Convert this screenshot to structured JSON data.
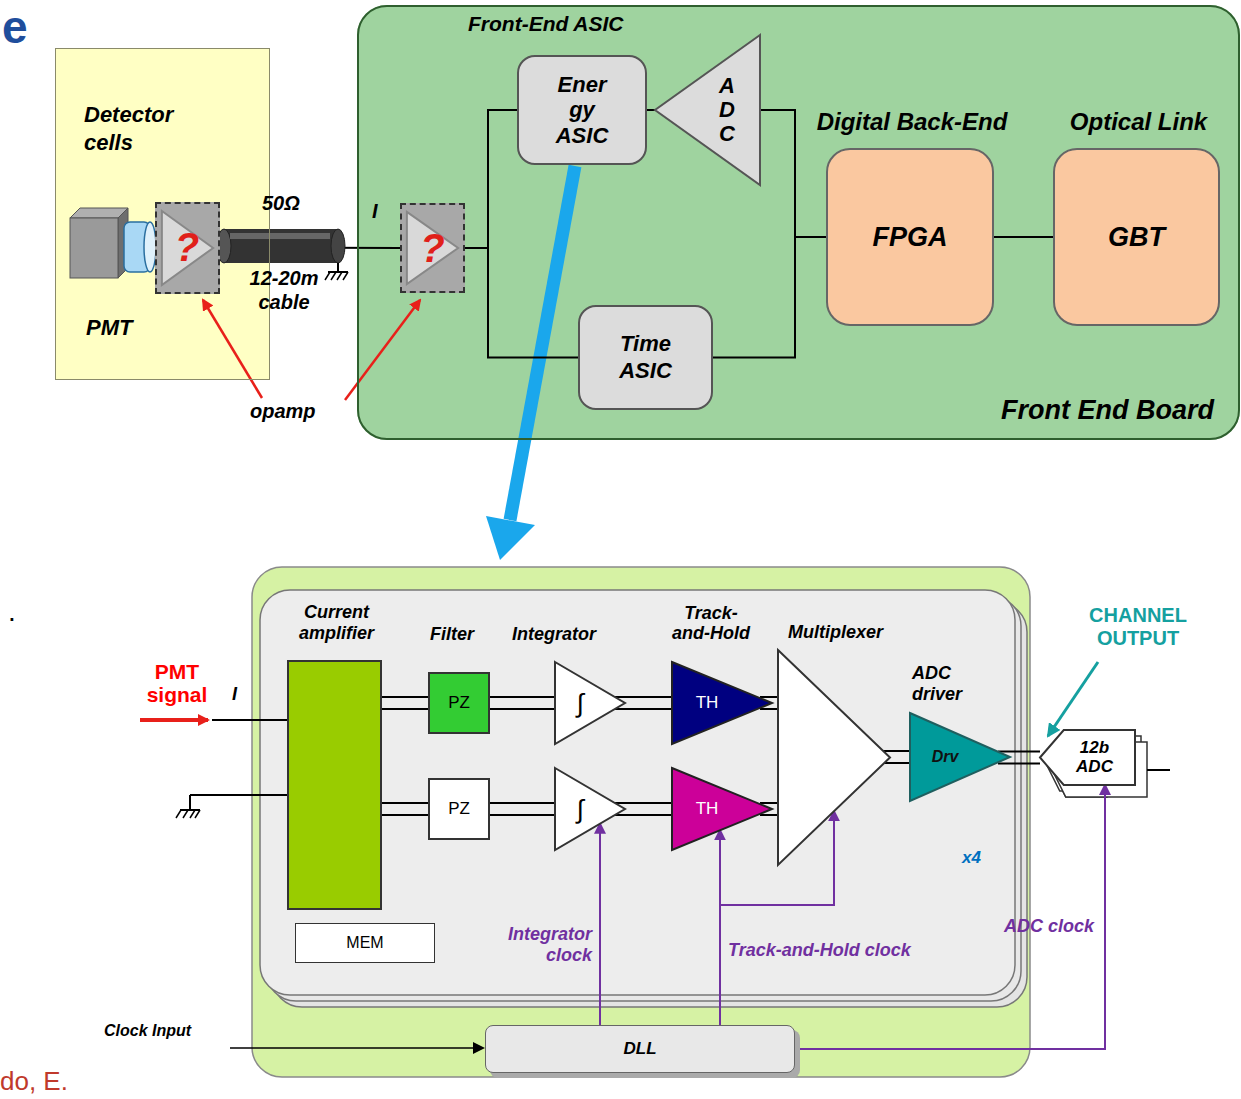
{
  "diagram": {
    "nodes": [
      {
        "text": [
          "Detector cells",
          "PMT"
        ]
      },
      {
        "text": [
          "?"
        ],
        "in": 0
      },
      {
        "text": [
          "Front End Board"
        ]
      },
      {
        "text": [
          "?"
        ],
        "in": 2
      },
      {
        "text": [
          "Ener gy ASIC"
        ],
        "in": 2
      },
      {
        "text": [
          "A D C"
        ],
        "in": 2
      },
      {
        "text": [
          "Time ASIC"
        ],
        "in": 2
      },
      {
        "text": [
          "Digital Back-End",
          "FPGA"
        ],
        "in": 2
      },
      {
        "text": [
          "Optical Link",
          "GBT"
        ],
        "in": 2
      },
      {
        "text": [
          "Current amplifier"
        ]
      },
      {
        "text": [
          "PZ"
        ]
      },
      {
        "text": [
          "PZ"
        ]
      },
      {
        "text": [
          "∫"
        ]
      },
      {
        "text": [
          "∫"
        ]
      },
      {
        "text": [
          "TH"
        ]
      },
      {
        "text": [
          "TH"
        ]
      },
      {
        "text": [
          "Multiplexer"
        ]
      },
      {
        "text": [
          "ADC driver",
          "Drv"
        ]
      },
      {
        "text": [
          "12b ADC"
        ]
      },
      {
        "text": [
          "MEM"
        ]
      },
      {
        "text": [
          "DLL"
        ]
      }
    ],
    "edges": [
      {
        "from": 1,
        "to": 3,
        "arrow": "none"
      },
      {
        "from": 3,
        "to": 4,
        "arrow": "none"
      },
      {
        "from": 3,
        "to": 6,
        "arrow": "none"
      },
      {
        "from": 4,
        "to": 5,
        "arrow": "none"
      },
      {
        "from": 5,
        "to": 7,
        "arrow": "none"
      },
      {
        "from": 6,
        "to": 7,
        "arrow": "none"
      },
      {
        "from": 7,
        "to": 8,
        "arrow": "none"
      },
      {
        "from": 9,
        "to": 10,
        "arrow": "none"
      },
      {
        "from": 9,
        "to": 11,
        "arrow": "none"
      },
      {
        "from": 10,
        "to": 12,
        "arrow": "none"
      },
      {
        "from": 11,
        "to": 13,
        "arrow": "none"
      },
      {
        "from": 12,
        "to": 14,
        "arrow": "none"
      },
      {
        "from": 13,
        "to": 15,
        "arrow": "none"
      },
      {
        "from": 14,
        "to": 16,
        "arrow": "none"
      },
      {
        "from": 15,
        "to": 16,
        "arrow": "none"
      },
      {
        "from": 16,
        "to": 17,
        "arrow": "none"
      },
      {
        "from": 17,
        "to": 18,
        "arrow": "none"
      },
      {
        "from": 20,
        "to": 13,
        "arrow": "to"
      },
      {
        "from": 20,
        "to": 15,
        "arrow": "to"
      },
      {
        "from": 20,
        "to": 16,
        "arrow": "to"
      },
      {
        "from": 20,
        "to": 18,
        "arrow": "to"
      }
    ],
    "labels": [
      "e",
      "Front-End ASIC",
      "50Ω",
      "12-20m cable",
      "I",
      "opamp",
      ".",
      "PMT signal",
      "I",
      "Filter",
      "Integrator",
      "Track-and-Hold",
      "CHANNEL OUTPUT",
      "x4",
      "Integrator clock",
      "Track-and-Hold clock",
      "ADC clock",
      "Clock Input",
      "do, E."
    ]
  }
}
